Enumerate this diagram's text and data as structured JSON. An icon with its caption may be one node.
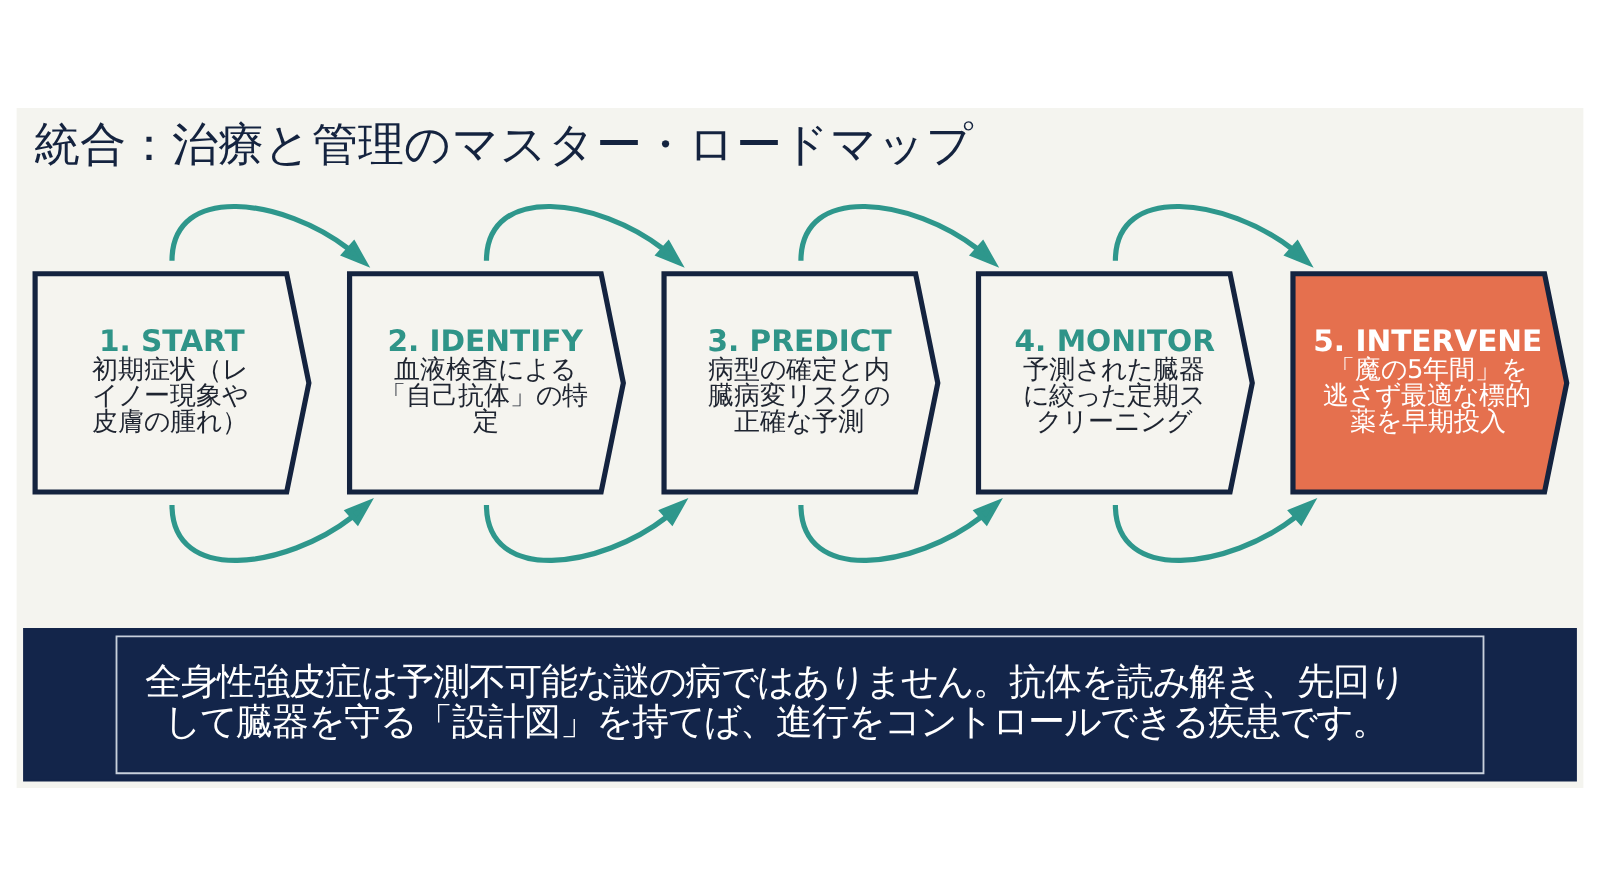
{
  "diagram": {
    "title": "統合：治療と管理のマスター・ロードマップ",
    "nodes": [
      {
        "text": [
          "1. START",
          "初期症状（レイノー現象や皮膚の腫れ）"
        ]
      },
      {
        "text": [
          "2. IDENTIFY",
          "血液検査による「自己抗体」の特定"
        ]
      },
      {
        "text": [
          "3. PREDICT",
          "病型の確定と内臓病変リスクの正確な予測"
        ]
      },
      {
        "text": [
          "4. MONITOR",
          "予測された臓器に絞った定期スクリーニング"
        ]
      },
      {
        "text": [
          "5. INTERVENE",
          "「魔の5年間」を逃さず最適な標的薬を早期投入"
        ]
      },
      {
        "text": [
          "全身性強皮症は予測不可能な謎の病ではありません。抗体を読み解き、先回りして臓器を守る「設計図」を持てば、進行をコントロールできる疾患です。"
        ]
      }
    ],
    "edges": [
      {
        "from": 0,
        "to": 1,
        "arrow": "to"
      },
      {
        "from": 1,
        "to": 2,
        "arrow": "to"
      },
      {
        "from": 2,
        "to": 3,
        "arrow": "to"
      },
      {
        "from": 3,
        "to": 4,
        "arrow": "to"
      },
      {
        "from": 0,
        "to": 1,
        "arrow": "to"
      },
      {
        "from": 1,
        "to": 2,
        "arrow": "to"
      },
      {
        "from": 2,
        "to": 3,
        "arrow": "to"
      },
      {
        "from": 3,
        "to": 4,
        "arrow": "to"
      }
    ]
  }
}
